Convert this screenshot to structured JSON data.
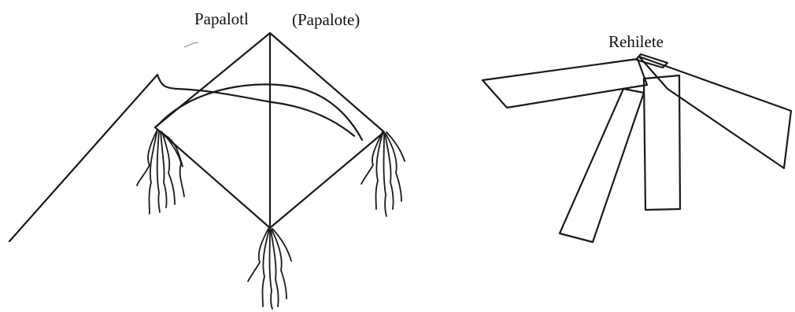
{
  "kite": {
    "label_primary": "Papalotl",
    "label_secondary": "(Papalote)"
  },
  "pinwheel": {
    "label": "Rehilete"
  },
  "colors": {
    "ink": "#1a1a1a",
    "background": "#ffffff"
  }
}
